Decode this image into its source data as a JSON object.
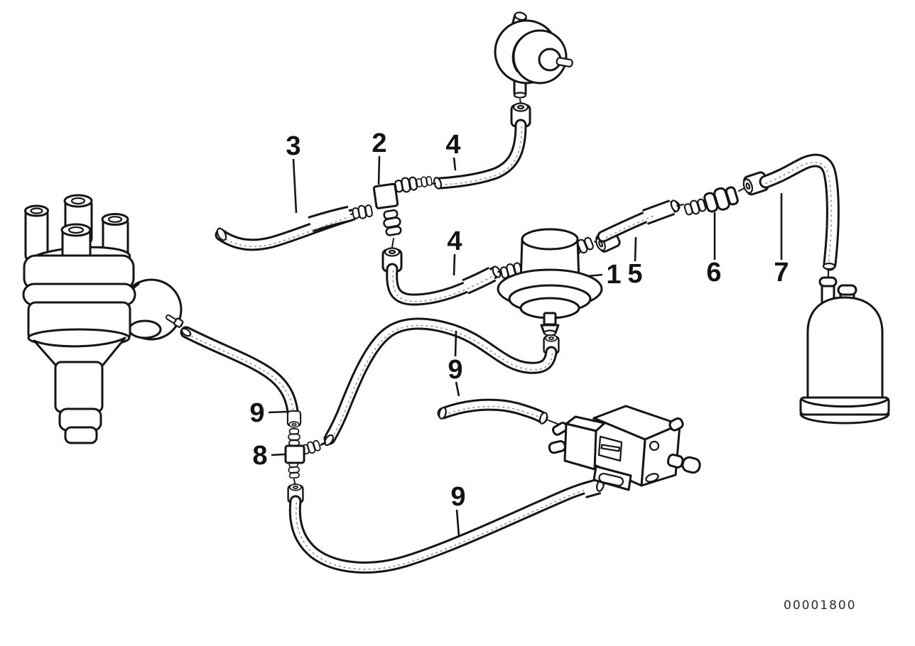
{
  "page": {
    "background": "#ffffff",
    "line_color": "#151515",
    "code": "00001800"
  },
  "diagram": {
    "callouts": {
      "c1": "1",
      "c2": "2",
      "c3": "3",
      "c4_top": "4",
      "c4_mid": "4",
      "c5": "5",
      "c6": "6",
      "c7": "7",
      "c8": "8",
      "c9_left": "9",
      "c9_mid": "9",
      "c9_bottom": "9"
    }
  }
}
